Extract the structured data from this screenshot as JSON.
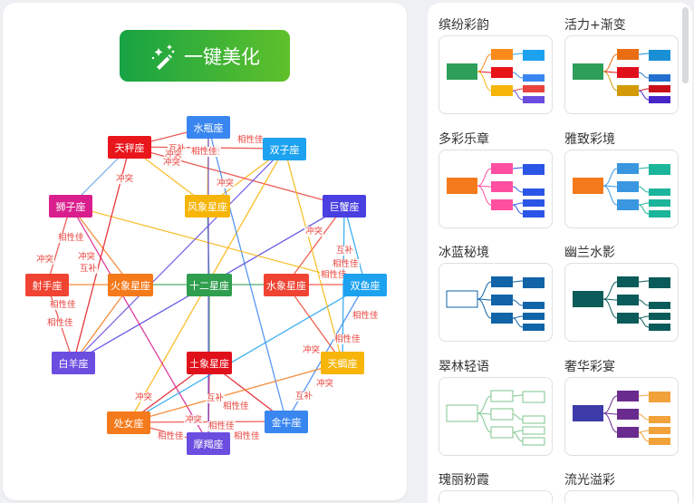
{
  "toolbar": {
    "beautify_label": "一键美化",
    "beautify_icon": "magic-wand-icon"
  },
  "mindmap": {
    "center": "十二星座",
    "nodes": [
      {
        "id": "tianping",
        "label": "天秤座",
        "color": "#e8151b"
      },
      {
        "id": "shuiping",
        "label": "水瓶座",
        "color": "#3a86f0"
      },
      {
        "id": "shuangzi",
        "label": "双子座",
        "color": "#1da2f0"
      },
      {
        "id": "juxie",
        "label": "巨蟹座",
        "color": "#4a3fe0"
      },
      {
        "id": "shizi",
        "label": "狮子座",
        "color": "#d91f8e"
      },
      {
        "id": "fengxiang",
        "label": "风象星座",
        "color": "#f7b509"
      },
      {
        "id": "sheshou",
        "label": "射手座",
        "color": "#f04433"
      },
      {
        "id": "huoxiang",
        "label": "火象星座",
        "color": "#f47a1c"
      },
      {
        "id": "center",
        "label": "十二星座",
        "color": "#2f9e4f"
      },
      {
        "id": "shuixiang",
        "label": "水象星座",
        "color": "#f04433"
      },
      {
        "id": "shuangyu",
        "label": "双鱼座",
        "color": "#1da2f0"
      },
      {
        "id": "baiyang",
        "label": "白羊座",
        "color": "#6b4de0"
      },
      {
        "id": "tuxiang",
        "label": "土象星座",
        "color": "#e0101a"
      },
      {
        "id": "tianxie",
        "label": "天蝎座",
        "color": "#f7b509"
      },
      {
        "id": "chunv",
        "label": "处女座",
        "color": "#f47a1c"
      },
      {
        "id": "jinniu",
        "label": "金牛座",
        "color": "#3a86f0"
      },
      {
        "id": "mojie",
        "label": "摩羯座",
        "color": "#6b4de0"
      }
    ],
    "relations": [
      "相性佳",
      "互补",
      "冲突",
      "相性佳",
      "冲突",
      "相性佳",
      "冲突",
      "冲突",
      "相性佳",
      "冲突",
      "相性佳",
      "互补",
      "相性佳",
      "相性佳",
      "冲突",
      "相性佳",
      "互补",
      "相性佳",
      "冲突",
      "冲突",
      "相性佳",
      "冲突",
      "互补",
      "互补",
      "冲突",
      "相性佳",
      "相性佳",
      "相性佳",
      "冲突",
      "相性佳"
    ]
  },
  "themes": [
    {
      "title": "缤纷彩韵",
      "style": "multi",
      "colors": [
        "#2e9e5b",
        "#fa8a1a",
        "#e8151b",
        "#f7b509",
        "#1da2f0",
        "#3a86f0",
        "#e8433d",
        "#6b4de0"
      ]
    },
    {
      "title": "活力+渐变",
      "style": "multi",
      "colors": [
        "#2e9e5b",
        "#e86d13",
        "#e0101a",
        "#d29a06",
        "#1a8fd6",
        "#2470d0",
        "#c9101a",
        "#4626c8"
      ]
    },
    {
      "title": "多彩乐章",
      "style": "multi",
      "colors": [
        "#f47a1c",
        "#ff4fa1",
        "#ff4fa1",
        "#ff4fa1",
        "#2b55e6",
        "#2b55e6",
        "#2b55e6",
        "#2b55e6"
      ]
    },
    {
      "title": "雅致彩境",
      "style": "multi",
      "colors": [
        "#f47a1c",
        "#3a97df",
        "#3a97df",
        "#3a97df",
        "#1bb59b",
        "#1bb59b",
        "#1bb59b",
        "#1bb59b"
      ]
    },
    {
      "title": "冰蓝秘境",
      "style": "outline",
      "colors": [
        "#ffffff",
        "#1164a8",
        "#1164a8",
        "#1164a8",
        "#1164a8",
        "#1164a8",
        "#1164a8",
        "#1164a8"
      ]
    },
    {
      "title": "幽兰水影",
      "style": "multi",
      "colors": [
        "#0a5b5a",
        "#0a5b5a",
        "#0a5b5a",
        "#0a5b5a",
        "#0a5b5a",
        "#0a5b5a",
        "#0a5b5a",
        "#0a5b5a"
      ]
    },
    {
      "title": "翠林轻语",
      "style": "line",
      "colors": [
        "#7fc58e",
        "#7fc58e",
        "#7fc58e",
        "#7fc58e",
        "#7fc58e",
        "#7fc58e",
        "#7fc58e",
        "#7fc58e"
      ]
    },
    {
      "title": "奢华彩宴",
      "style": "multi",
      "colors": [
        "#3d3ba8",
        "#6a2b8e",
        "#6a2b8e",
        "#6a2b8e",
        "#f2a23a",
        "#f2a23a",
        "#f2a23a",
        "#f2a23a"
      ]
    },
    {
      "title": "瑰丽粉霞",
      "style": "empty",
      "colors": []
    },
    {
      "title": "流光溢彩",
      "style": "empty",
      "colors": []
    }
  ]
}
